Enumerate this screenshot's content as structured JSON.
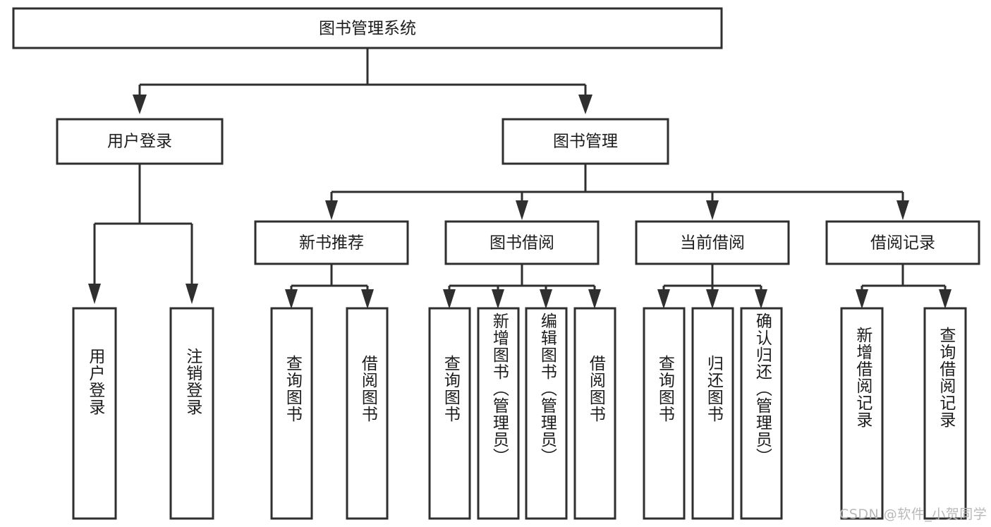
{
  "diagram": {
    "type": "tree-hierarchy",
    "title": "图书管理系统",
    "style": {
      "box_fill": "#ffffff",
      "box_stroke": "#2f2f2f",
      "connector_color": "#2f2f2f",
      "text_color": "#1c1c1c",
      "background": "#ffffff",
      "watermark_color": "#b9b9b9"
    },
    "root": {
      "label": "图书管理系统",
      "children": [
        {
          "label": "用户登录",
          "children": [
            {
              "label": "用户登录"
            },
            {
              "label": "注销登录"
            }
          ]
        },
        {
          "label": "图书管理",
          "children": [
            {
              "label": "新书推荐",
              "children": [
                {
                  "label": "查询图书"
                },
                {
                  "label": "借阅图书"
                }
              ]
            },
            {
              "label": "图书借阅",
              "children": [
                {
                  "label": "查询图书"
                },
                {
                  "label": "新增图书（管理员）"
                },
                {
                  "label": "编辑图书（管理员）"
                },
                {
                  "label": "借阅图书"
                }
              ]
            },
            {
              "label": "当前借阅",
              "children": [
                {
                  "label": "查询图书"
                },
                {
                  "label": "归还图书"
                },
                {
                  "label": "确认归还（管理员）"
                }
              ]
            },
            {
              "label": "借阅记录",
              "children": [
                {
                  "label": "新增借阅记录"
                },
                {
                  "label": "查询借阅记录"
                }
              ]
            }
          ]
        }
      ]
    },
    "nodes": {
      "root_title": "图书管理系统",
      "l2_user_login": "用户登录",
      "l2_book_manage": "图书管理",
      "l3_new_book": "新书推荐",
      "l3_book_borrow": "图书借阅",
      "l3_current_borrow": "当前借阅",
      "l3_borrow_record": "借阅记录",
      "leaf_user_login": "用户登录",
      "leaf_user_logout": "注销登录",
      "leaf_nb_query": "查询图书",
      "leaf_nb_borrow": "借阅图书",
      "leaf_bb_query": "查询图书",
      "leaf_bb_add": "新增图书（管理员）",
      "leaf_bb_edit": "编辑图书（管理员）",
      "leaf_bb_borrow": "借阅图书",
      "leaf_cb_query": "查询图书",
      "leaf_cb_return": "归还图书",
      "leaf_cb_confirm": "确认归还（管理员）",
      "leaf_br_add": "新增借阅记录",
      "leaf_br_query": "查询借阅记录"
    },
    "watermark": "CSDN @软件_小贺同学"
  }
}
